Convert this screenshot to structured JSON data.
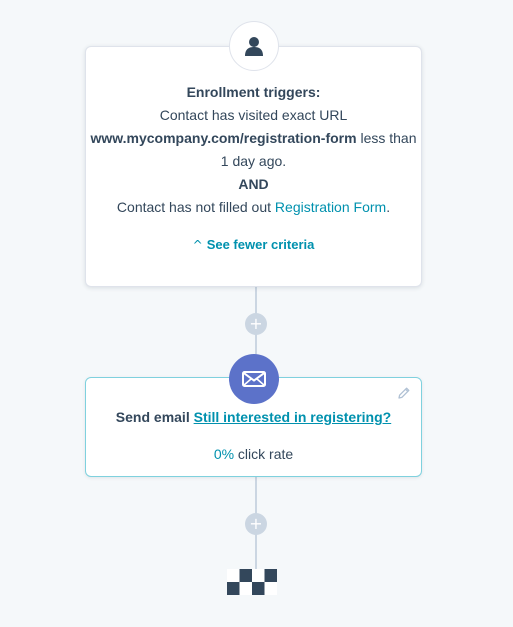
{
  "trigger": {
    "heading": "Enrollment triggers:",
    "line1": "Contact has visited exact URL",
    "url": "www.mycompany.com/registration-form",
    "url_suffix": " less than",
    "line3": "1 day ago.",
    "conjunction": "AND",
    "line5_prefix": "Contact has not filled out ",
    "form_link": "Registration Form",
    "line5_suffix": ".",
    "see_fewer": "See fewer criteria",
    "icon": "contact-icon"
  },
  "action": {
    "prefix": "Send email ",
    "email_link": "Still interested in registering?",
    "rate_value": "0%",
    "rate_label": " click rate",
    "icon": "email-icon",
    "edit_icon": "pencil-icon",
    "accent": "#0091ae",
    "node_color": "#5c72c9"
  },
  "add_buttons": [
    "+",
    "+"
  ],
  "end_icon": "checkered-flag-icon"
}
